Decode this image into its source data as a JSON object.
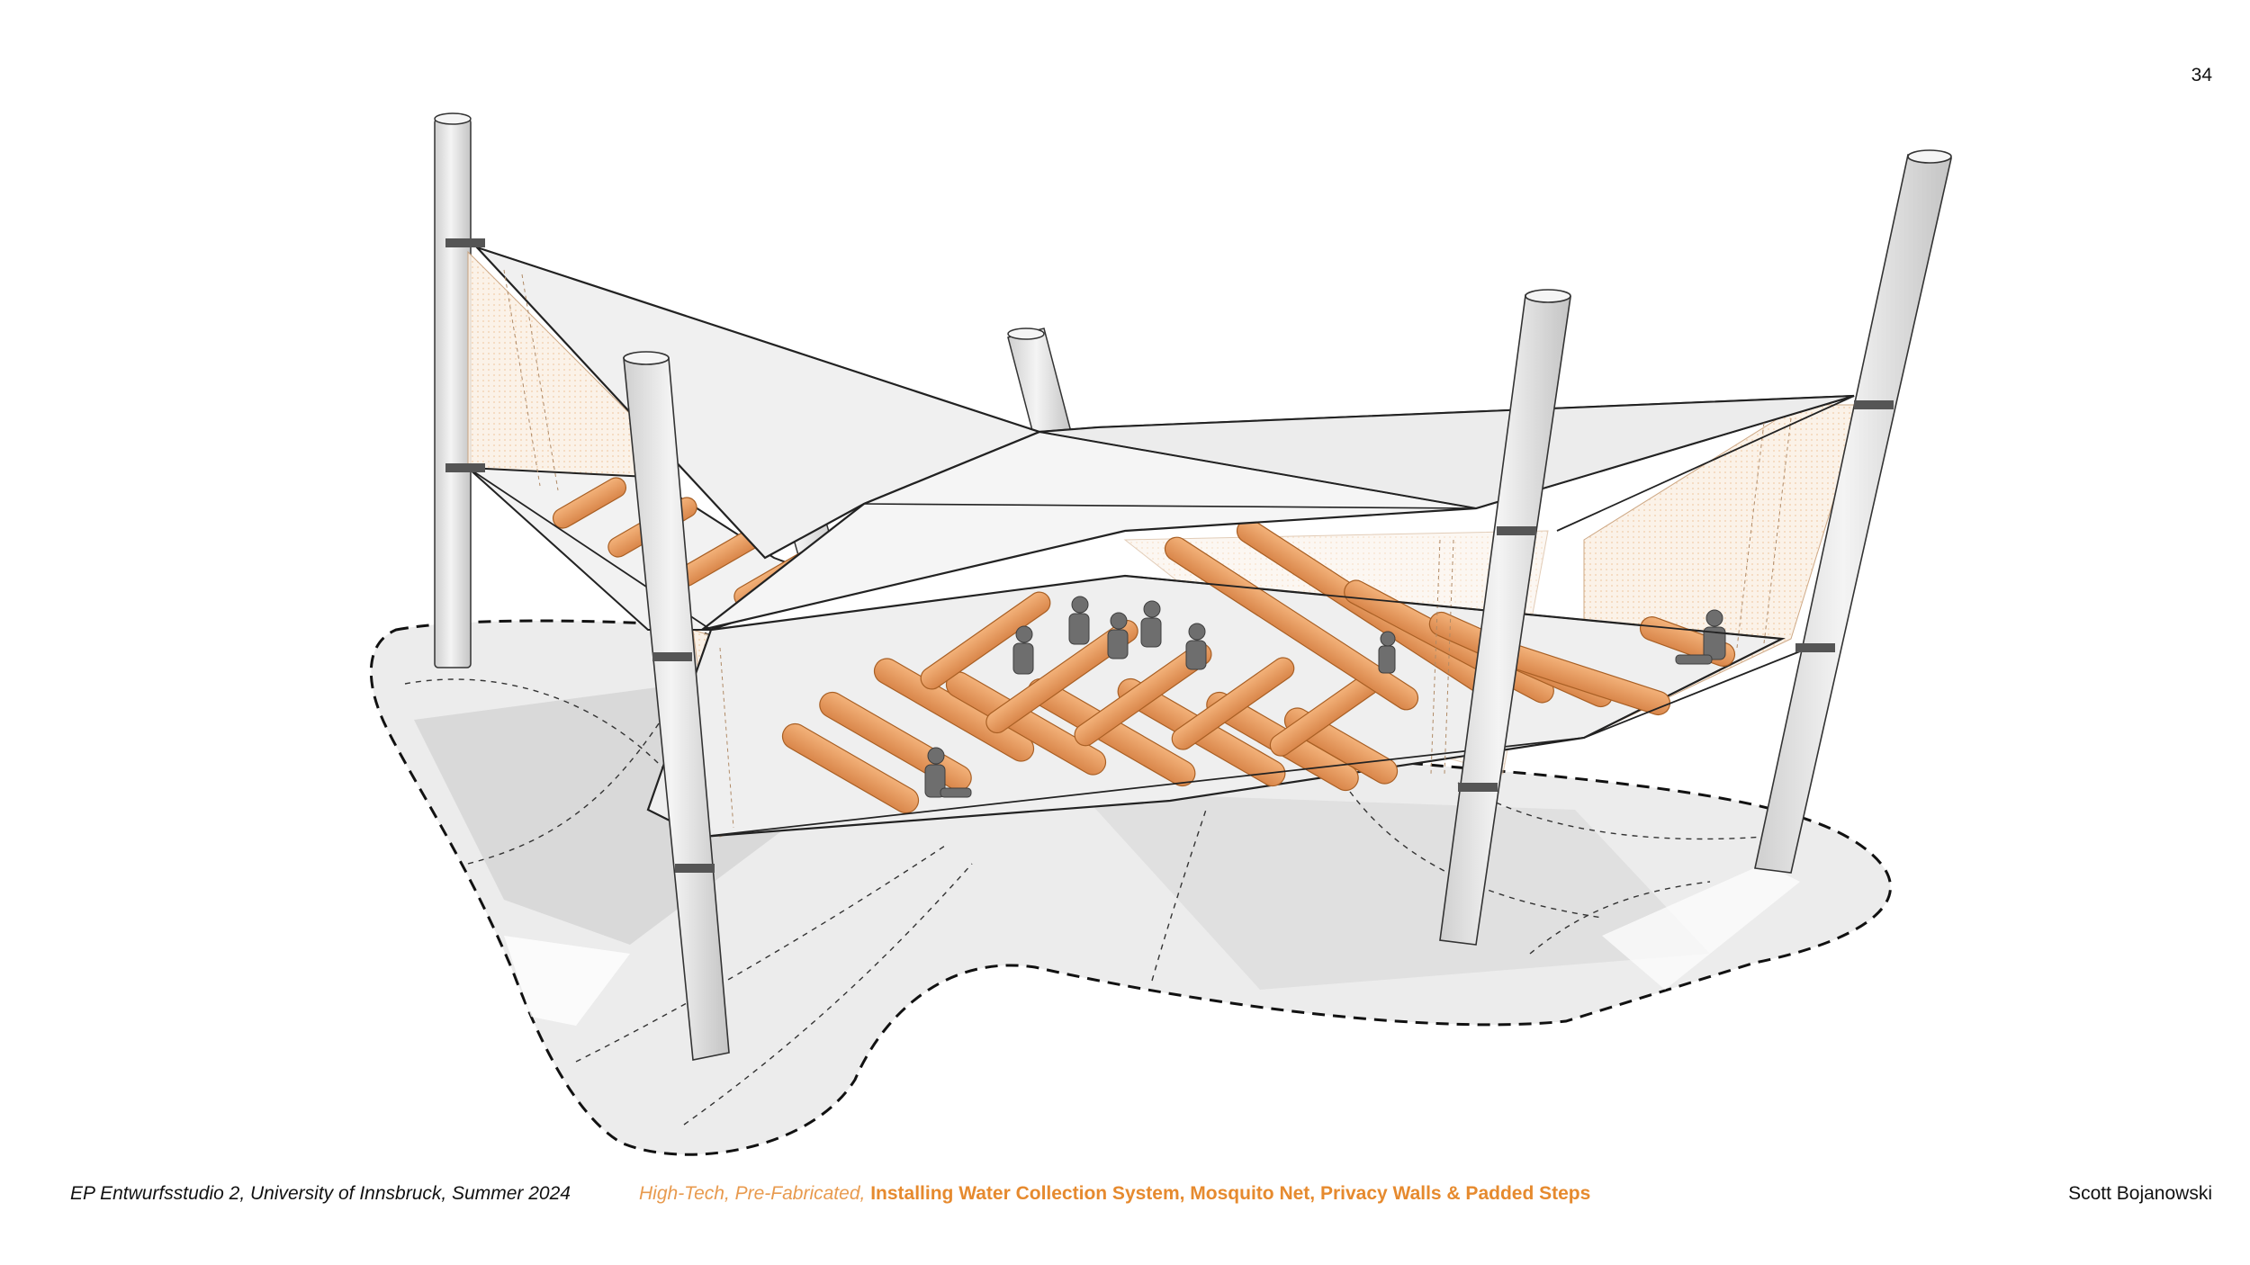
{
  "page_number": "34",
  "footer": {
    "course": "EP Entwurfsstudio 2, University of Innsbruck, Summer 2024",
    "subtitle_light": "High-Tech, Pre-Fabricated,",
    "subtitle_bold": "Installing Water Collection System, Mosquito Net, Privacy Walls & Padded Steps",
    "author": "Scott Bojanowski"
  },
  "colors": {
    "accent_orange": "#e68a2e",
    "accent_orange_light": "#e89a4e",
    "padding": "#e9a06a",
    "canopy": "#f1f1f1",
    "ground": "#e6e6e6",
    "pole": "#e2e2e2"
  }
}
